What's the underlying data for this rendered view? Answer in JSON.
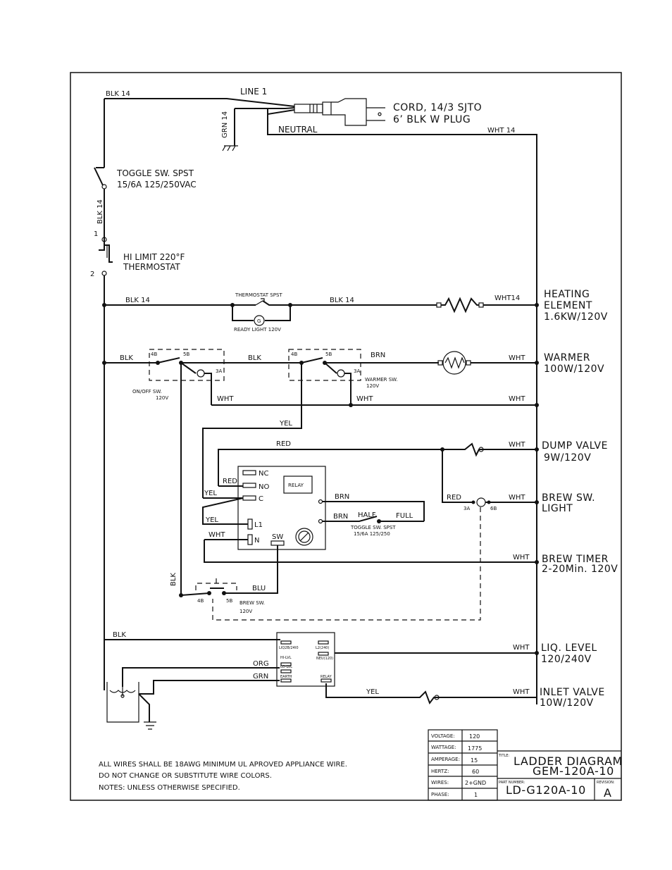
{
  "wires": {
    "blk14_top": "BLK 14",
    "line1": "LINE 1",
    "grn14": "GRN 14",
    "neutral": "NEUTRAL",
    "wht14": "WHT 14",
    "blk14_vert": "BLK 14",
    "blk14_heat_left": "BLK 14",
    "blk14_heat_mid": "BLK 14",
    "wht14_heat": "WHT14",
    "blk_warm_left": "BLK",
    "blk_warm_mid": "BLK",
    "brn_warm": "BRN",
    "wht_warm": "WHT",
    "wht_ret_1": "WHT",
    "wht_ret_2": "WHT",
    "wht_ret_3": "WHT",
    "yel_top": "YEL",
    "red_top": "RED",
    "wht_dump": "WHT",
    "red_no": "RED",
    "yel_c": "YEL",
    "yel_l1": "YEL",
    "wht_n": "WHT",
    "brn_1": "BRN",
    "brn_2": "BRN",
    "red_light": "RED",
    "wht_light": "WHT",
    "wht_timer": "WHT",
    "blk_vert2": "BLK",
    "blu": "BLU",
    "blk_bottom": "BLK",
    "wht_liq": "WHT",
    "org": "ORG",
    "grn": "GRN",
    "yel_inlet": "YEL",
    "wht_inlet": "WHT"
  },
  "components": {
    "cord": [
      "CORD, 14/3 SJTO",
      "6’ BLK W PLUG"
    ],
    "toggle_main": [
      "TOGGLE SW. SPST",
      "15/6A 125/250VAC"
    ],
    "hi_limit": [
      "HI LIMIT 220°F",
      "THERMOSTAT"
    ],
    "thermostat_spst": "THERMOSTAT SPST",
    "ready_light": "READY LIGHT 120V",
    "ready_light_g": "G",
    "onoff_sw": [
      "ON/OFF SW.",
      "120V"
    ],
    "warmer_sw": [
      "WARMER SW.",
      "120V"
    ],
    "relay": "RELAY",
    "toggle_half_full": [
      "TOGGLE SW. SPST",
      "15/6A 125/250"
    ],
    "half": "HALF",
    "full": "FULL",
    "brew_sw": [
      "BREW SW.",
      "120V"
    ]
  },
  "terminals": {
    "pin1": "1",
    "pin2": "2",
    "t4b_1": "4B",
    "t5b_1": "5B",
    "t3a_1": "3A",
    "t4b_2": "4B",
    "t5b_2": "5B",
    "t3a_2": "3A",
    "nc": "NC",
    "no": "NO",
    "c": "C",
    "l1": "L1",
    "n": "N",
    "sw": "SW",
    "l3a": "3A",
    "l6b": "6B",
    "b4b": "4B",
    "b5b": "5B",
    "liq_tl": "LIQ2B/24I0",
    "liq_tr": "L2(240)",
    "liq_hi": "HI-LVL",
    "liq_lo": "LO-LVL",
    "liq_neu": "NEU(120)",
    "liq_earth": "EARTH",
    "liq_relay": "RELAY"
  },
  "loads": {
    "heating": [
      "HEATING",
      "ELEMENT",
      "1.6KW/120V"
    ],
    "warmer": [
      "WARMER",
      "100W/120V"
    ],
    "dump": [
      "DUMP VALVE",
      "9W/120V"
    ],
    "brew_light": [
      "BREW SW.",
      "LIGHT"
    ],
    "brew_timer": [
      "BREW TIMER",
      "2-20Min. 120V"
    ],
    "liq_level": [
      "LIQ. LEVEL",
      "120/240V"
    ],
    "inlet": [
      "INLET VALVE",
      "10W/120V"
    ]
  },
  "notes": [
    "ALL WIRES SHALL BE 18AWG MINIMUM UL APROVED APPLIANCE WIRE.",
    "DO NOT CHANGE OR SUBSTITUTE WIRE COLORS.",
    "NOTES:   UNLESS OTHERWISE SPECIFIED."
  ],
  "specs": [
    {
      "label": "VOLTAGE:",
      "value": "120"
    },
    {
      "label": "WATTAGE:",
      "value": "1775"
    },
    {
      "label": "AMPERAGE:",
      "value": "15"
    },
    {
      "label": "HERTZ:",
      "value": "60"
    },
    {
      "label": "WIRES:",
      "value": "2+GND"
    },
    {
      "label": "PHASE:",
      "value": "1"
    }
  ],
  "title_block": {
    "title_label": "TITLE:",
    "title": "LADDER DIAGRAM",
    "model": "GEM-120A-10",
    "part_label": "PART NUMBER:",
    "part_number": "LD-G120A-10",
    "revision_label": "REVISION:",
    "revision": "A"
  }
}
